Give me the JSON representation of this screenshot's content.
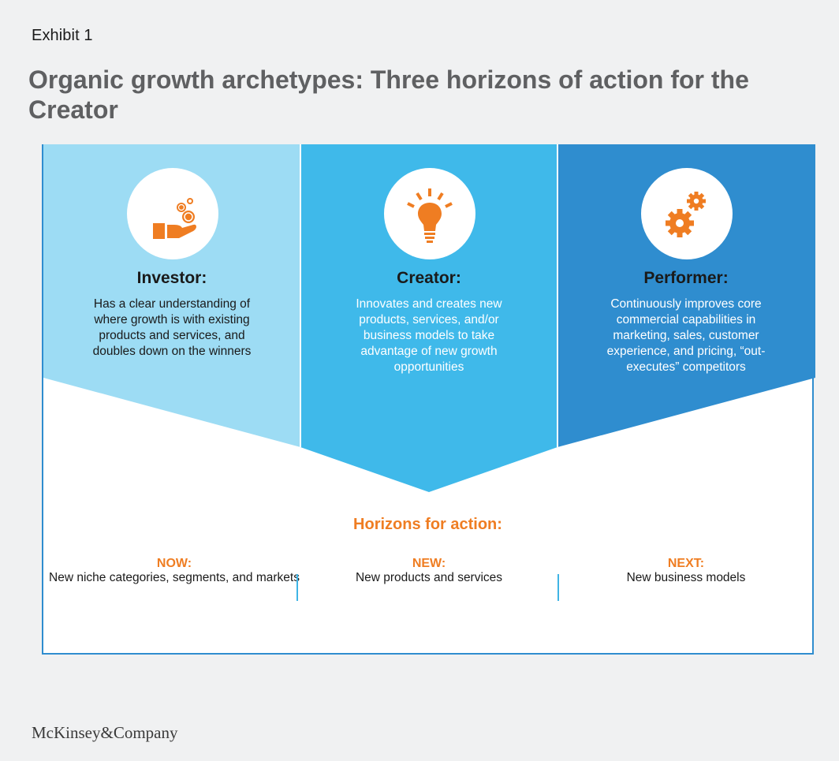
{
  "header": {
    "exhibit": "Exhibit 1",
    "title": "Organic growth archetypes: Three horizons of action for the Creator"
  },
  "archetypes": [
    {
      "name": "Investor:",
      "icon": "hand-with-coins-icon",
      "description": "Has a clear understanding of where growth is with existing products and services, and doubles down on the winners",
      "color": "#9ddcf4"
    },
    {
      "name": "Creator:",
      "icon": "lightbulb-icon",
      "description": "Innovates and creates new products, services, and/or business models to take advantage of new growth opportunities",
      "color": "#3fb9ea"
    },
    {
      "name": "Performer:",
      "icon": "gears-icon",
      "description": "Continuously improves core commercial capabilities in marketing, sales, customer experience, and pricing, “out-executes” competitors",
      "color": "#2f8dcf"
    }
  ],
  "horizons": {
    "title": "Horizons for action:",
    "items": [
      {
        "label": "NOW:",
        "text": "New niche categories, segments, and markets"
      },
      {
        "label": "NEW:",
        "text": "New products and services"
      },
      {
        "label": "NEXT:",
        "text": "New business models"
      }
    ]
  },
  "colors": {
    "accent": "#ef7d22",
    "border": "#2f8dcf",
    "divider": "#3fb4e5"
  },
  "footer": {
    "brand": "McKinsey&Company"
  }
}
